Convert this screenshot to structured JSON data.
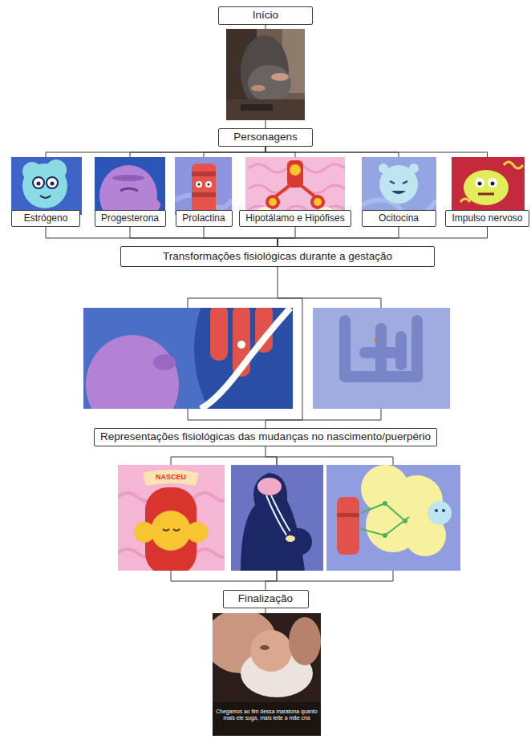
{
  "diagram": {
    "nodes": [
      {
        "text": [
          "Início"
        ]
      },
      {
        "text": [
          "Personagens"
        ]
      },
      {
        "text": [
          "Estrógeno"
        ]
      },
      {
        "text": [
          "Progesterona"
        ]
      },
      {
        "text": [
          "Prolactina"
        ]
      },
      {
        "text": [
          "Hipotálamo e Hipófises"
        ]
      },
      {
        "text": [
          "Ocitocina"
        ]
      },
      {
        "text": [
          "Impulso nervoso"
        ]
      },
      {
        "text": [
          "Transformações fisiológicas durante a gestação"
        ]
      },
      {
        "text": [
          "Representações fisiológicas das mudanças no nascimento/puerpério"
        ]
      },
      {
        "text": [
          "Finalização"
        ]
      }
    ],
    "edges": [
      {
        "from": 0,
        "to": 1,
        "arrow": "none"
      },
      {
        "from": 1,
        "to": 2,
        "arrow": "none"
      },
      {
        "from": 1,
        "to": 3,
        "arrow": "none"
      },
      {
        "from": 1,
        "to": 4,
        "arrow": "none"
      },
      {
        "from": 1,
        "to": 5,
        "arrow": "none"
      },
      {
        "from": 1,
        "to": 6,
        "arrow": "none"
      },
      {
        "from": 1,
        "to": 7,
        "arrow": "none"
      },
      {
        "from": 2,
        "to": 8,
        "arrow": "none"
      },
      {
        "from": 3,
        "to": 8,
        "arrow": "none"
      },
      {
        "from": 4,
        "to": 8,
        "arrow": "none"
      },
      {
        "from": 5,
        "to": 8,
        "arrow": "none"
      },
      {
        "from": 6,
        "to": 8,
        "arrow": "none"
      },
      {
        "from": 7,
        "to": 8,
        "arrow": "none"
      },
      {
        "from": 8,
        "to": 9,
        "arrow": "none"
      },
      {
        "from": 9,
        "to": 10,
        "arrow": "none"
      }
    ],
    "labels": [
      "NASCEU",
      "Chegamos ao fim dessa maratona quanto mais ele suga, mais leite a mãe cria"
    ]
  }
}
